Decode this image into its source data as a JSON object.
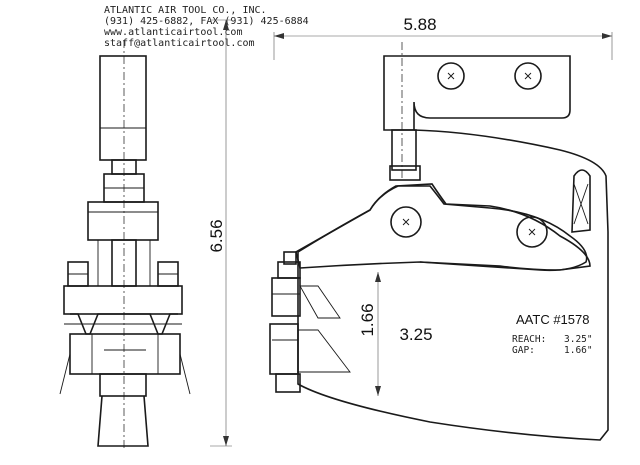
{
  "header": {
    "company": "ATLANTIC AIR TOOL CO., INC.",
    "phone": "(931) 425-6882, FAX (931) 425-6884",
    "website": "www.atlanticairtool.com",
    "email": "staff@atlanticairtool.com"
  },
  "dimensions": {
    "width": "5.88",
    "height": "6.56",
    "gap": "1.66",
    "reach": "3.25"
  },
  "model": {
    "name": "AATC #1578",
    "reach_label": "REACH:",
    "reach_value": "3.25\"",
    "gap_label": "GAP:",
    "gap_value": "1.66\""
  }
}
